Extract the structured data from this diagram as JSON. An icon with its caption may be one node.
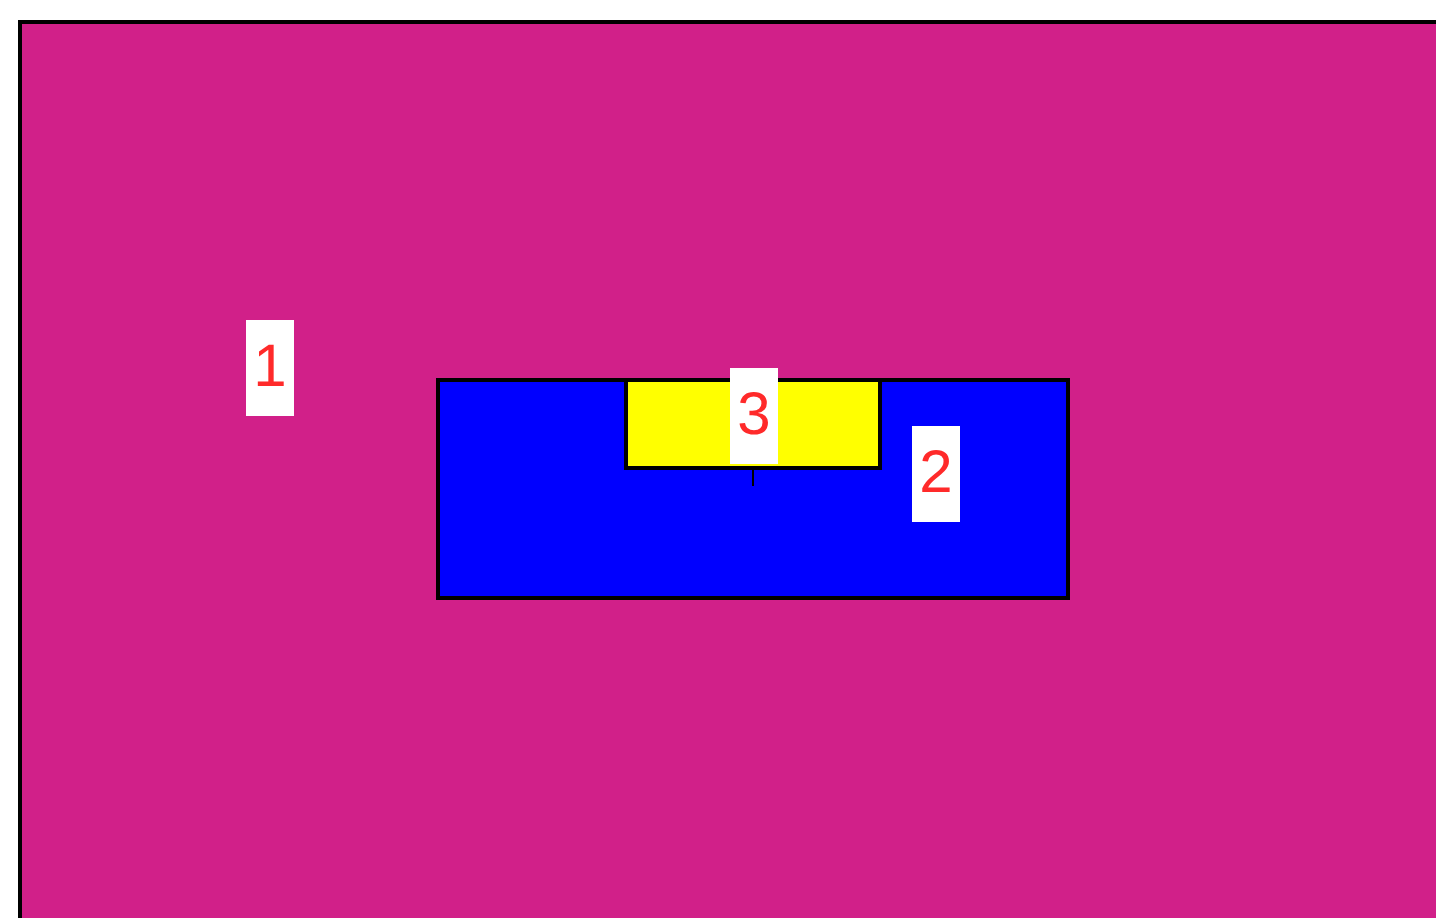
{
  "diagram": {
    "nodes": [
      {
        "text": [
          "1"
        ]
      },
      {
        "text": [
          "2"
        ],
        "in": 0
      },
      {
        "text": [
          "3"
        ],
        "in": 1
      }
    ]
  }
}
